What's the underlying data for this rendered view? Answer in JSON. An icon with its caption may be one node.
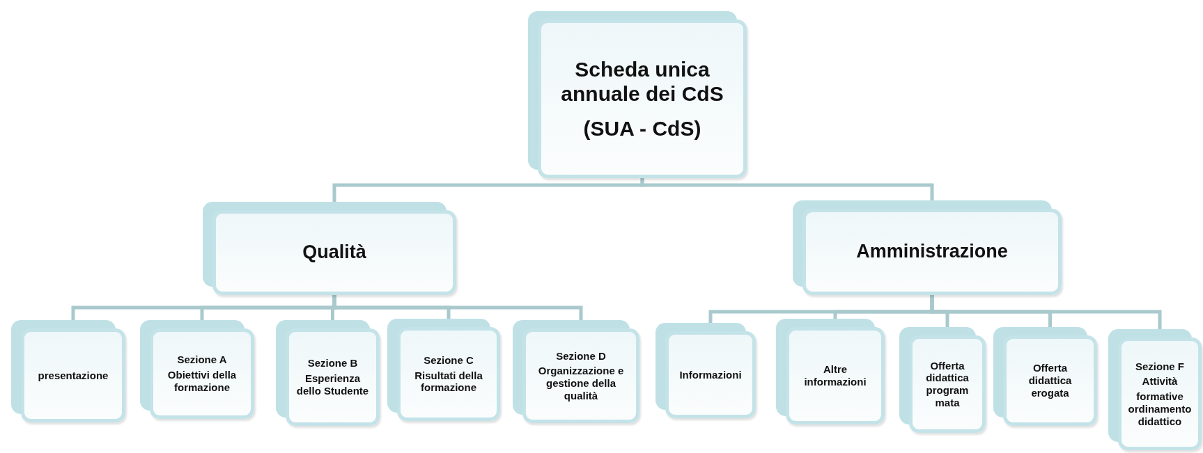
{
  "diagram": {
    "nodes": [
      {
        "text": [
          "Scheda unica annuale dei CdS",
          "(SUA - CdS)"
        ]
      },
      {
        "text": [
          "Qualità"
        ]
      },
      {
        "text": [
          "Amministrazione"
        ]
      },
      {
        "text": [
          "presentazione"
        ]
      },
      {
        "text": [
          "Sezione A",
          "Obiettivi della formazione"
        ]
      },
      {
        "text": [
          "Sezione B",
          "Esperienza dello Studente"
        ]
      },
      {
        "text": [
          "Sezione C",
          "Risultati della formazione"
        ]
      },
      {
        "text": [
          "Sezione D",
          "Organizzazione e gestione della qualità"
        ]
      },
      {
        "text": [
          "Informazioni"
        ]
      },
      {
        "text": [
          "Altre informazioni"
        ]
      },
      {
        "text": [
          "Offerta didattica program mata"
        ]
      },
      {
        "text": [
          "Offerta didattica erogata"
        ]
      },
      {
        "text": [
          "Sezione F",
          "Attività",
          "formative ordinamento didattico"
        ]
      }
    ],
    "edges": [
      {
        "from": 0,
        "to": 1,
        "arrow": "none"
      },
      {
        "from": 0,
        "to": 2,
        "arrow": "none"
      },
      {
        "from": 1,
        "to": 3,
        "arrow": "none"
      },
      {
        "from": 1,
        "to": 4,
        "arrow": "none"
      },
      {
        "from": 1,
        "to": 5,
        "arrow": "none"
      },
      {
        "from": 1,
        "to": 6,
        "arrow": "none"
      },
      {
        "from": 1,
        "to": 7,
        "arrow": "none"
      },
      {
        "from": 2,
        "to": 8,
        "arrow": "none"
      },
      {
        "from": 2,
        "to": 9,
        "arrow": "none"
      },
      {
        "from": 2,
        "to": 10,
        "arrow": "none"
      },
      {
        "from": 2,
        "to": 11,
        "arrow": "none"
      },
      {
        "from": 2,
        "to": 12,
        "arrow": "none"
      }
    ]
  }
}
